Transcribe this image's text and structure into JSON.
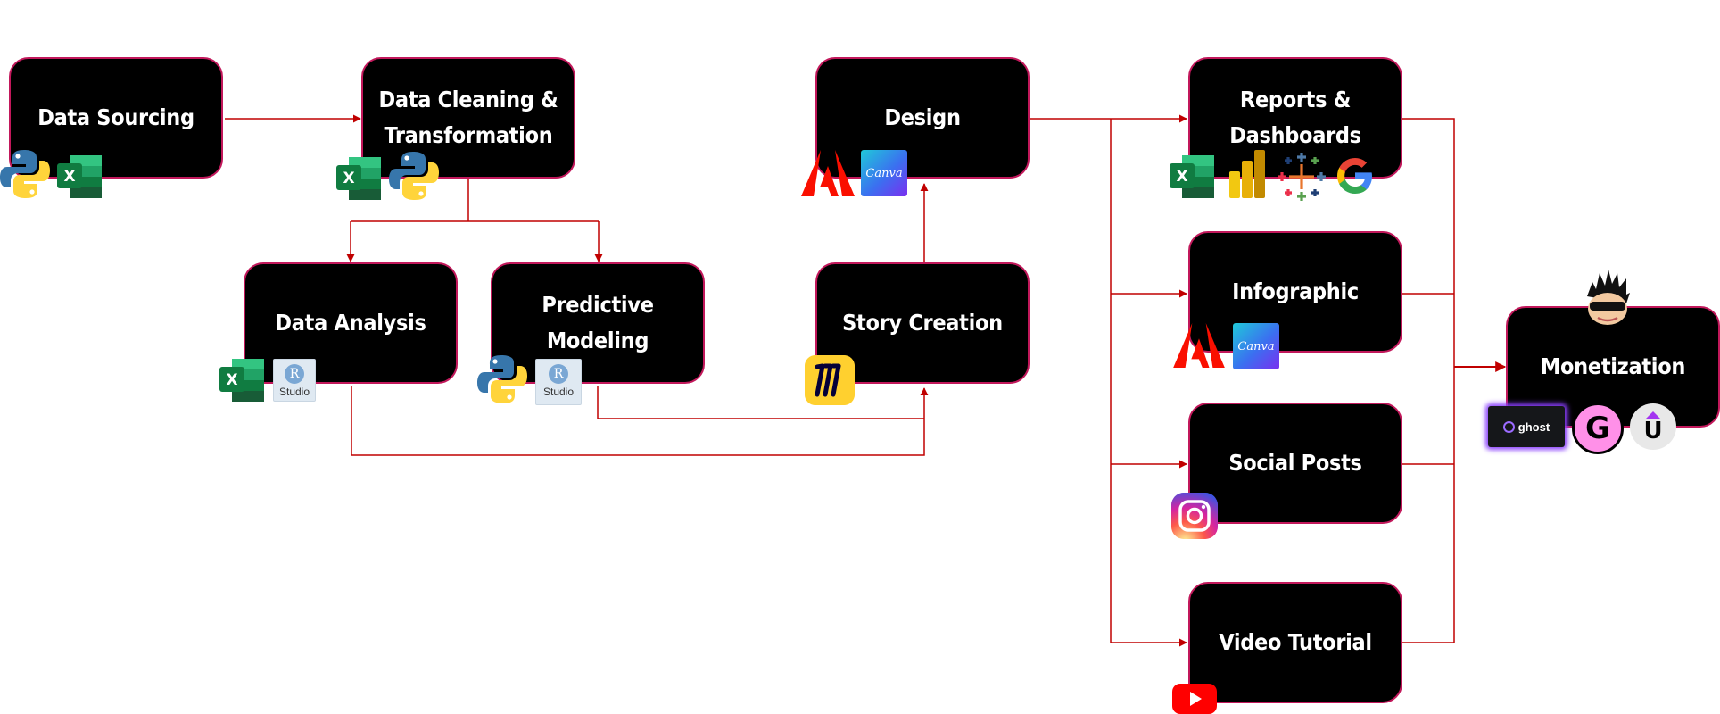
{
  "nodes": {
    "data_sourcing": "Data Sourcing",
    "data_cleaning_1": "Data Cleaning &",
    "data_cleaning_2": "Transformation",
    "design": "Design",
    "reports_1": "Reports &",
    "reports_2": "Dashboards",
    "data_analysis": "Data Analysis",
    "predictive_modeling": "Predictive Modeling",
    "story_creation": "Story Creation",
    "infographic": "Infographic",
    "social_posts": "Social Posts",
    "video_tutorial": "Video Tutorial",
    "monetization": "Monetization"
  },
  "icons": {
    "rstudio_r": "R",
    "rstudio_label": "Studio",
    "canva_label": "Canva",
    "ghost_label": "ghost",
    "gumroad_letter": "G",
    "udemy_letter": "U"
  },
  "colors": {
    "node_fill": "#000000",
    "node_border": "#c2185b",
    "connector": "#c00000",
    "node_text": "#ffffff"
  }
}
